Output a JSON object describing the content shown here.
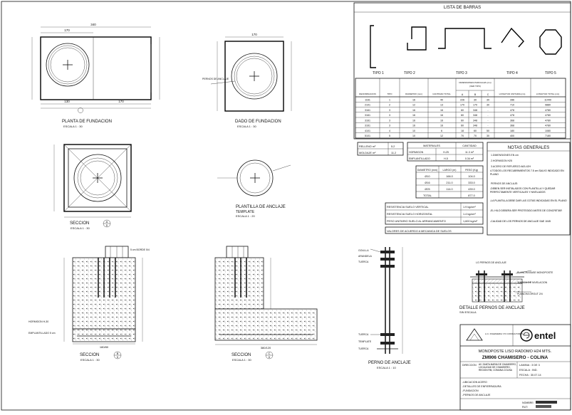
{
  "views": {
    "planta_fundacion": {
      "title": "PLANTA DE FUNDACION",
      "scale": "ESCALA 1 : 30",
      "dims": {
        "top_total": "340",
        "top_inner": "170",
        "bottom_a": "130",
        "bottom_b": "170"
      }
    },
    "dado_fundacion": {
      "title": "DADO DE FUNDACION",
      "scale": "ESCALA 1 : 30",
      "dim_top": "170",
      "note": "PERNOS DE ANCLAJE"
    },
    "seccion_a": {
      "title": "SECCION",
      "scale": "ESCALA 1 : 30",
      "marker": "A",
      "marker_sub": "D"
    },
    "plantilla": {
      "title": "PLANTILLA DE ANCLAJE",
      "subtitle": "TEMPLATE",
      "scale": "ESCALA 1 : 20"
    },
    "seccion_b": {
      "title": "SECCION",
      "scale": "ESCALA 1 : 30",
      "marker": "B",
      "marker_sub": "D",
      "dim": "180/80",
      "label_anclaje": "5 cm BORDE 5/4",
      "label_emplantillado": "EMPLANTILLADO 5 cm",
      "label_hormigon": "HORMIGON H-30"
    },
    "seccion_c": {
      "title": "SECCION",
      "scale": "ESCALA 1 : 30",
      "marker": "C",
      "marker_sub": "D",
      "dim": "380/120"
    },
    "perno_anclaje": {
      "title": "PERNO DE ANCLAJE",
      "scale": "ESCALA 1 : 10",
      "labels": [
        "GOLILLA",
        "ARANDELA",
        "TUERCA",
        "TUERCA",
        "TEMPLATE",
        "TUERCA"
      ]
    },
    "detalle_pernos": {
      "title": "DETALLE PERNOS DE ANCLAJE",
      "scale": "SIN ESCALA",
      "labels": [
        "LG PERNOS DE ANCLAJE",
        "PLANCHA BASE MONOPOSTE",
        "TUERCA DE NIVELACION",
        "PLANCHA GROUT 2/4"
      ]
    }
  },
  "lista_barras": {
    "title": "LISTA DE BARRAS",
    "tipos": [
      "TIPO 1",
      "TIPO 2",
      "TIPO 3",
      "TIPO 4",
      "TIPO 5"
    ],
    "dim_group": "DIMENSIONES PARCIALES (cm)",
    "dim_sub": "(VER TIPO)",
    "headers": [
      "DENOMINACION",
      "TIPO",
      "DIAMETRO (mm)",
      "CANTIDAD TOTAL",
      "A",
      "B",
      "C",
      "LONGITUD UNITARIA (cm)",
      "LONGITUD TOTAL (cm)"
    ],
    "rows": [
      [
        "1161",
        "1",
        "16",
        "40",
        "226",
        "30",
        "30",
        "286",
        "11440"
      ],
      [
        "2101",
        "2",
        "12",
        "13",
        "170",
        "170",
        "30",
        "710",
        "9880"
      ],
      [
        "3161",
        "3",
        "16",
        "16",
        "60",
        "348",
        "-",
        "478",
        "4780"
      ],
      [
        "3161",
        "3",
        "16",
        "16",
        "60",
        "348",
        "-",
        "478",
        "4780"
      ],
      [
        "3161",
        "3",
        "16",
        "16",
        "60",
        "348",
        "-",
        "368",
        "4780"
      ],
      [
        "3161",
        "3",
        "16",
        "16",
        "60",
        "348",
        "-",
        "368",
        "4780"
      ],
      [
        "4101",
        "4",
        "10",
        "6",
        "18",
        "60",
        "50",
        "180",
        "1080"
      ],
      [
        "5101",
        "5",
        "10",
        "12",
        "70",
        "70",
        "30",
        "400",
        "7180"
      ]
    ]
  },
  "relleno": {
    "rows": [
      [
        "RELLENO m³",
        "5.2"
      ],
      [
        "MOLDAJE m²",
        "11.2"
      ]
    ]
  },
  "materiales": {
    "headers": [
      "MATERIALES",
      "CANTIDAD"
    ],
    "rows": [
      [
        "HORMIGON",
        "H-25",
        "11.3 m³"
      ],
      [
        "EMPLANTILLADO",
        "H-5",
        "0.34 m³"
      ]
    ]
  },
  "diametro_tabla": {
    "headers": [
      "DIAMETRO (mm)",
      "LARGO (m)",
      "PESO (Kg)"
    ],
    "rows": [
      [
        "Ø10",
        "166.0",
        "104.0"
      ],
      [
        "Ø16",
        "211.0",
        "333.0"
      ],
      [
        "Ø25",
        "114.0",
        "439.0"
      ]
    ],
    "total_label": "TOTAL",
    "total": "877.0"
  },
  "resistencia": {
    "rows": [
      [
        "RESISTENCIA SUELO VERTICAL",
        "1.9 kg/cm²"
      ],
      [
        "RESISTENCIA SUELO HORIZONTAL",
        "1.4 kg/cm²"
      ],
      [
        "PESO UNITARIO SUELO AL ARRANCAMIENTO",
        "1,600 kg/m³"
      ]
    ],
    "note": "VALORES DE ACUERDO A MECANICA DE SUELOS"
  },
  "notas": {
    "title": "NOTAS GENERALES",
    "items": [
      "1.DIMENSIONES EN cm",
      "2.HORMIGON H25",
      "3.ACERO DE REFUERZO A63-42H",
      "4.TODOS LOS RECUBRIMIENTOS 7.5 cm SALVO INDICADO EN PLANO",
      "PERNOS DE ANCLAJE:",
      "-DEBEN SER INSTALADOS CON PLANTILLA Y QUEDAR PERFECTAMENTE VERTICALES Y NIVELADOS",
      "-LA PLANTILLA DEBE DAR LAS COTAS INDICADAS EN EL PLANO",
      "-EL HILO DEBERA SER PROTEGIDO ANTES DE CONCRETAR",
      "-CALIDAD DE LOS PERNOS DE ANCLAJE SAE 1045"
    ]
  },
  "title_block": {
    "company": "A.C. INGENIERIA Y/O CONSULTORES",
    "brand": "entel",
    "project_line1": "MONOPOSTE LISO RADOMO H24 MTS.",
    "project_line2": "ZM906 CHAMISERO - COLINA",
    "direccion_label": "DIRECCION",
    "direccion": "AV. SANTA MARIA DE CHAMISERO, LOCALIDAD DE CHAMISERO, REGION RM, COMUNA COLINA",
    "lamina": "LAMINA : 3 DE 3",
    "escala": "ESCALA : IND.",
    "fecha": "FECHA : 30.07.14",
    "content": [
      "-UBICACION ACERO",
      "-DETALLES DE ENFIERRADURA",
      "-FUNDACION",
      "-PERNOS DE ANCLAJE"
    ],
    "nombre_label": "NOMBRE:",
    "rut_label": "RUT:"
  }
}
